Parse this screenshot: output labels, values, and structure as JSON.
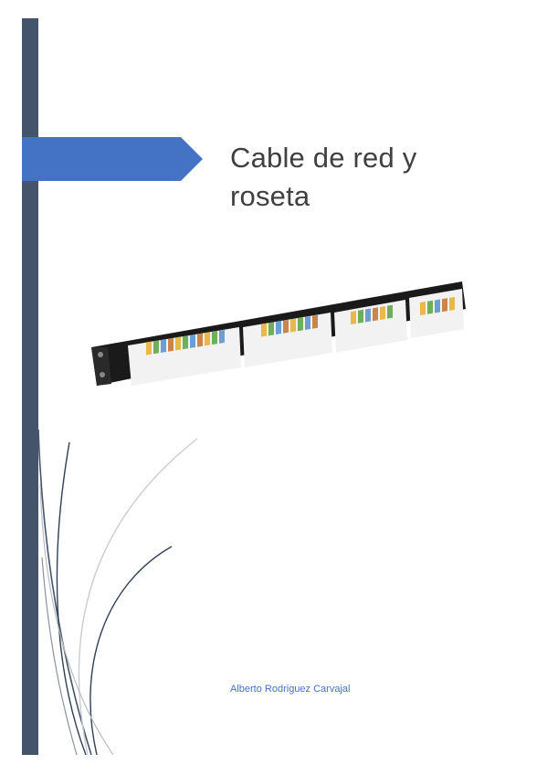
{
  "document": {
    "title_line1": "Cable de red y",
    "title_line2": "roseta",
    "author": "Alberto Rodriguez Carvajal"
  },
  "colors": {
    "sidebar": "#44546a",
    "accent_arrow": "#4472c4",
    "title_text": "#404040",
    "author_text": "#4472c4"
  },
  "image": {
    "subject": "network patch panel"
  }
}
